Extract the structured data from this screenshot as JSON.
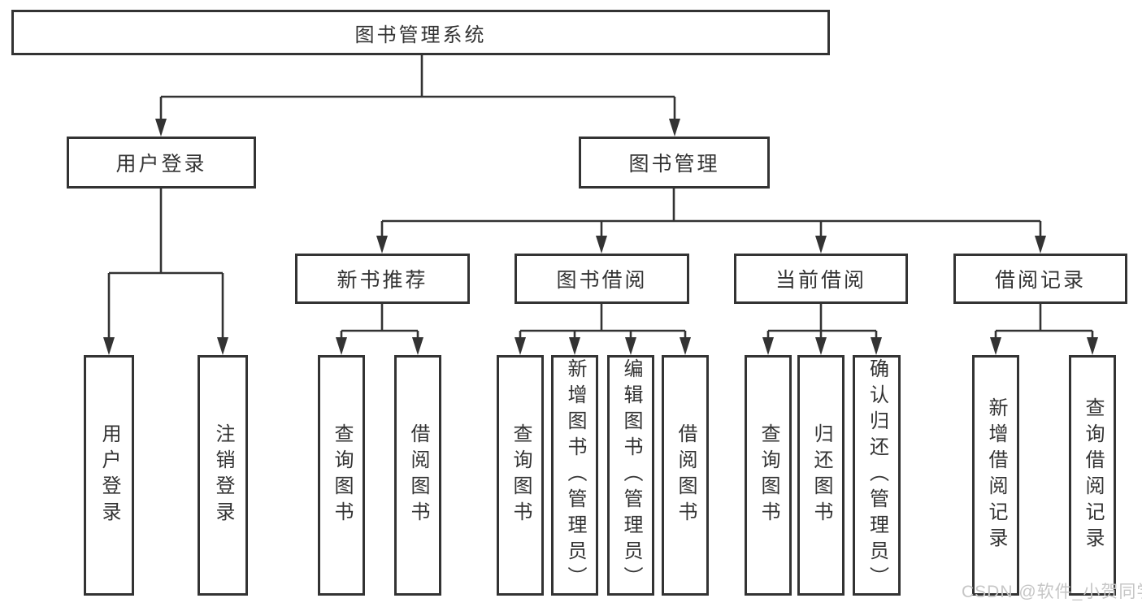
{
  "colors": {
    "line": "#333333",
    "text": "#333333",
    "box_background": "#ffffff",
    "watermark": "#c6c6c6",
    "background": "#ffffff"
  },
  "tree": {
    "root": "图书管理系统",
    "level2": [
      {
        "label": "用户登录",
        "leaves": [
          "用户登录",
          "注销登录"
        ]
      },
      {
        "label": "图书管理"
      }
    ],
    "level3": [
      {
        "label": "新书推荐",
        "leaves": [
          "查询图书",
          "借阅图书"
        ]
      },
      {
        "label": "图书借阅",
        "leaves": [
          "查询图书",
          "新增图书（管理员）",
          "编辑图书（管理员）",
          "借阅图书"
        ]
      },
      {
        "label": "当前借阅",
        "leaves": [
          "查询图书",
          "归还图书",
          "确认归还（管理员）"
        ]
      },
      {
        "label": "借阅记录",
        "leaves": [
          "新增借阅记录",
          "查询借阅记录"
        ]
      }
    ]
  },
  "watermark": "CSDN @软件_小贺同学"
}
